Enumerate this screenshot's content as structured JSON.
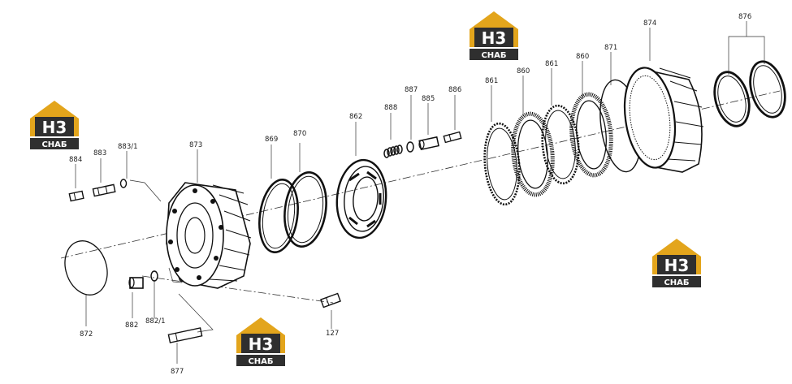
{
  "logos": [
    {
      "big": "H3",
      "small": "СНАБ"
    },
    {
      "big": "H3",
      "small": "СНАБ"
    },
    {
      "big": "H3",
      "small": "СНАБ"
    },
    {
      "big": "H3",
      "small": "СНАБ"
    }
  ],
  "logo_colors": {
    "house": "#e3a51c",
    "dark": "#2f2f2f",
    "text": "#ffffff"
  },
  "labels": {
    "p884": "884",
    "p883": "883",
    "p883_1": "883/1",
    "p873": "873",
    "p872": "872",
    "p882": "882",
    "p882_1": "882/1",
    "p877": "877",
    "p127": "127",
    "p869": "869",
    "p870": "870",
    "p862": "862",
    "p888": "888",
    "p887": "887",
    "p885": "885",
    "p886": "886",
    "p861a": "861",
    "p860": "860",
    "p861b": "861",
    "p860b": "860",
    "p871": "871",
    "p874": "874",
    "p876": "876"
  }
}
